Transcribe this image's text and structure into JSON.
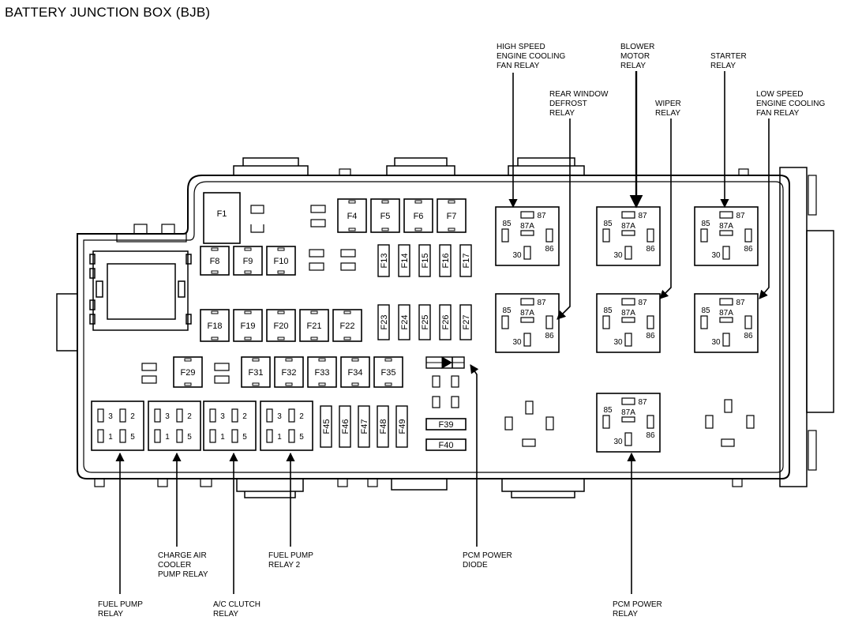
{
  "title": "BATTERY JUNCTION BOX (BJB)",
  "callouts": {
    "high_speed_fan": [
      "HIGH SPEED",
      "ENGINE COOLING",
      "FAN RELAY"
    ],
    "blower_motor": [
      "BLOWER",
      "MOTOR",
      "RELAY"
    ],
    "starter": [
      "STARTER",
      "RELAY"
    ],
    "rear_defrost": [
      "REAR WINDOW",
      "DEFROST",
      "RELAY"
    ],
    "wiper": [
      "WIPER",
      "RELAY"
    ],
    "low_speed_fan": [
      "LOW SPEED",
      "ENGINE COOLING",
      "FAN RELAY"
    ],
    "charge_air": [
      "CHARGE AIR",
      "COOLER",
      "PUMP RELAY"
    ],
    "fuel_pump_2": [
      "FUEL PUMP",
      "RELAY 2"
    ],
    "pcm_diode": [
      "PCM POWER",
      "DIODE"
    ],
    "fuel_pump": [
      "FUEL PUMP",
      "RELAY"
    ],
    "ac_clutch": [
      "A/C CLUTCH",
      "RELAY"
    ],
    "pcm_relay": [
      "PCM POWER",
      "RELAY"
    ]
  },
  "fuses": {
    "tall": [
      "F1"
    ],
    "row1": [
      "F4",
      "F5",
      "F6",
      "F7"
    ],
    "row2": [
      "F8",
      "F9",
      "F10"
    ],
    "row3": [
      "F18",
      "F19",
      "F20",
      "F21",
      "F22"
    ],
    "row4": [
      "F29",
      "F31",
      "F32",
      "F33",
      "F34",
      "F35"
    ],
    "vertical_top": [
      "F13",
      "F14",
      "F15",
      "F16",
      "F17"
    ],
    "vertical_mid": [
      "F23",
      "F24",
      "F25",
      "F26",
      "F27"
    ],
    "vertical_bottom": [
      "F45",
      "F46",
      "F47",
      "F48",
      "F49"
    ],
    "horizontal": [
      "F39",
      "F40"
    ]
  },
  "relay_pins": [
    "85",
    "87",
    "87A",
    "30",
    "86"
  ],
  "mini_relay_pins": [
    "3",
    "2",
    "1",
    "5"
  ]
}
